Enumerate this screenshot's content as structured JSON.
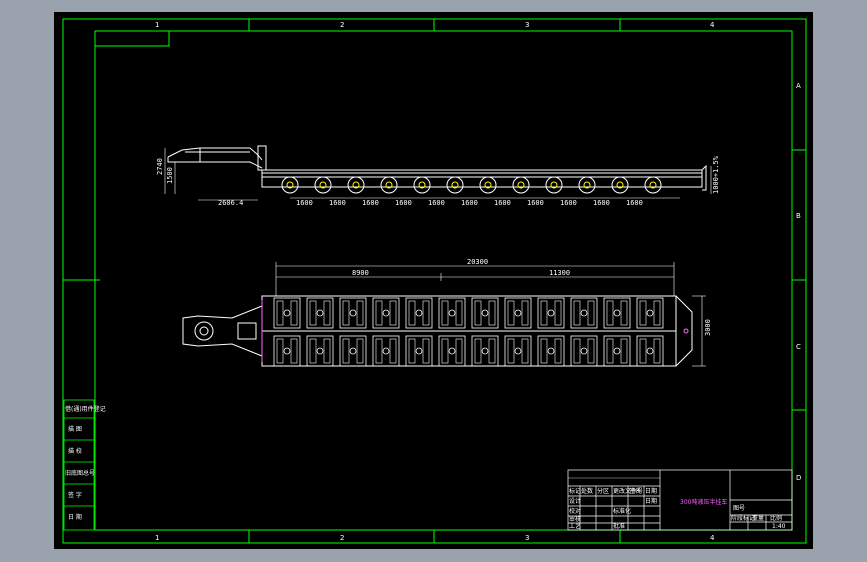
{
  "drawing": {
    "colors": {
      "background": "#000000",
      "frame": "#00ff00",
      "geometry": "#ffffff",
      "dimension": "#ffff00",
      "accent": "#ff66ff",
      "surround": "#9aa3ad"
    },
    "zones_top": [
      "1",
      "2",
      "3",
      "4"
    ],
    "zones_bottom": [
      "1",
      "2",
      "3",
      "4"
    ],
    "zones_right": [
      "A",
      "B",
      "C",
      "D"
    ],
    "side_view": {
      "height_labels": [
        "2740",
        "1500"
      ],
      "front_label": "2606.4",
      "rear_label": "1000+1.5%",
      "axle_spacings": [
        "1600",
        "1600",
        "1600",
        "1600",
        "1600",
        "1600",
        "1600",
        "1600",
        "1600",
        "1600",
        "1600"
      ]
    },
    "plan_view": {
      "overall_length": "20300",
      "segment_left": "8900",
      "segment_right": "11300",
      "width": "3000"
    },
    "left_stamp": {
      "rows": [
        "借(通)用件登记",
        "描 图",
        "描 校",
        "旧底图总号",
        "签 字",
        "日 期"
      ]
    },
    "title_block": {
      "drawing_title": "300吨液压半挂车",
      "rev_headers": [
        "标记",
        "处数",
        "分区",
        "更改文件号",
        "签名",
        "日期"
      ],
      "role_labels": [
        "设计",
        "校对",
        "审核",
        "工艺",
        "标准化",
        "批准"
      ],
      "std_label": "标准化",
      "approve_label": "批准",
      "date_label": "日期",
      "tuhao_label": "图号",
      "stage_headers": [
        "阶段标记",
        "重量",
        "比例"
      ],
      "scale": "1:40"
    }
  }
}
